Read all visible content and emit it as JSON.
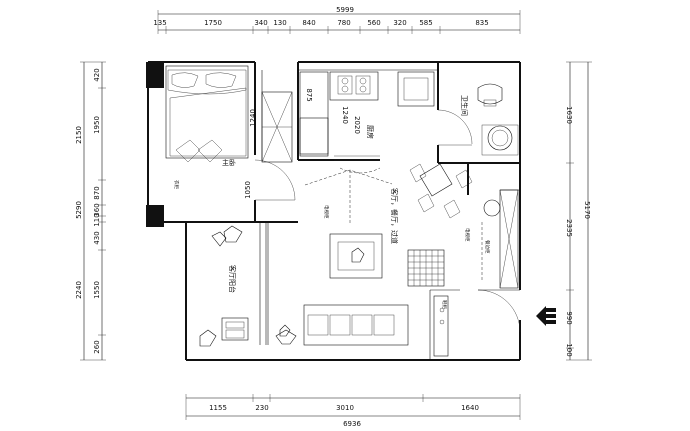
{
  "dimensions": {
    "top_total": "5999",
    "top_segments": [
      "135",
      "1750",
      "340",
      "130",
      "840",
      "780",
      "560",
      "320",
      "585",
      "835"
    ],
    "bottom_total": "6936",
    "bottom_segments": [
      "1155",
      "230",
      "3010",
      "1640"
    ],
    "left_total": "5290",
    "left_segments": [
      "420",
      "1950",
      "2150",
      "870",
      "360",
      "110",
      "430",
      "2240",
      "1550",
      "260"
    ],
    "right_total": "5170",
    "right_segments": [
      "1630",
      "2335",
      "990",
      "100"
    ],
    "inner": [
      "875",
      "1240",
      "1050",
      "1240",
      "2020"
    ]
  },
  "rooms": {
    "master_bedroom": "主卧",
    "kitchen": "厨房",
    "bathroom": "卫生间",
    "living_dining": "客厅，餐厅，过道",
    "balcony": "客厅阳台"
  },
  "notes": {
    "wardrobe": "衣柜",
    "note_a": "电视柜",
    "note_b": "餐边柜",
    "note_c": "鞋柜"
  },
  "colors": {
    "line": "#111111",
    "background": "#ffffff"
  }
}
